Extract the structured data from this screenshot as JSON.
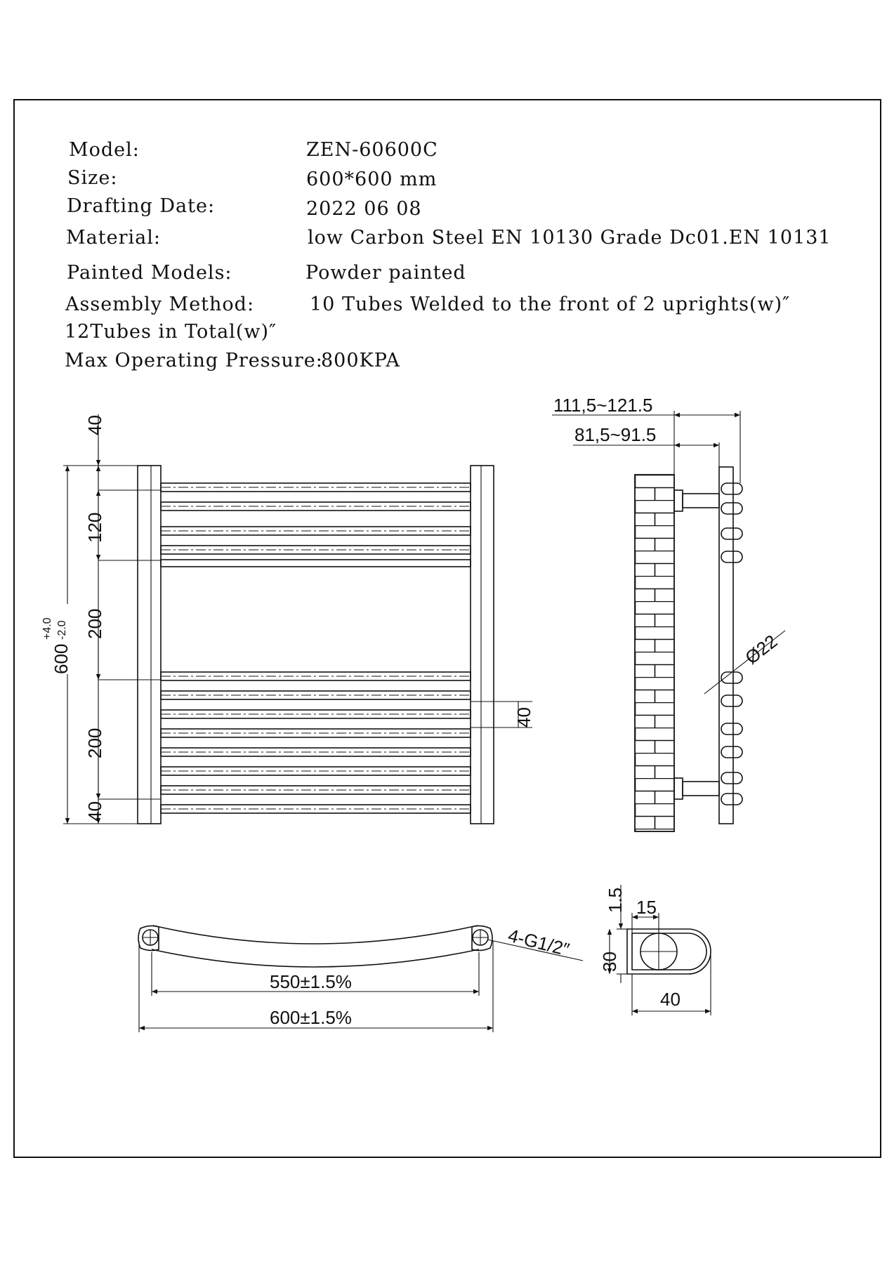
{
  "specs": {
    "model": {
      "label": "Model:",
      "value": "ZEN-60600C"
    },
    "size": {
      "label": "Size:",
      "value": "600*600 mm"
    },
    "date": {
      "label": "Drafting Date:",
      "value": "2022 06 08"
    },
    "material": {
      "label": "Material:",
      "value": "low Carbon Steel  EN 10130 Grade Dc01.EN 10131"
    },
    "painted": {
      "label": "Painted Models:",
      "value": "Powder painted"
    },
    "assembly": {
      "label": "Assembly Method:",
      "value": "10 Tubes Welded to the front of 2 uprights(w)″",
      "line2": "12Tubes in Total(w)″"
    },
    "pressure": {
      "label": "Max Operating Pressure:",
      "value": "800KPA"
    }
  },
  "front_view": {
    "dim_40_top": "40",
    "dim_120": "120",
    "dim_200_a": "200",
    "dim_200_b": "200",
    "dim_40_bottom": "40",
    "overall": "600",
    "tol_plus": "+4.0",
    "tol_minus": "-2.0",
    "dim_40_right": "40"
  },
  "side_view": {
    "dim_outer": "111,5~121.5",
    "dim_inner": "81,5~91.5",
    "diameter": "Ø22"
  },
  "top_view": {
    "inner": "550±1.5%",
    "outer": "600±1.5%",
    "thread": "4-G1/2″"
  },
  "section": {
    "dim_1_5": "1.5",
    "dim_15": "15",
    "dim_30": "30",
    "dim_40": "40"
  }
}
